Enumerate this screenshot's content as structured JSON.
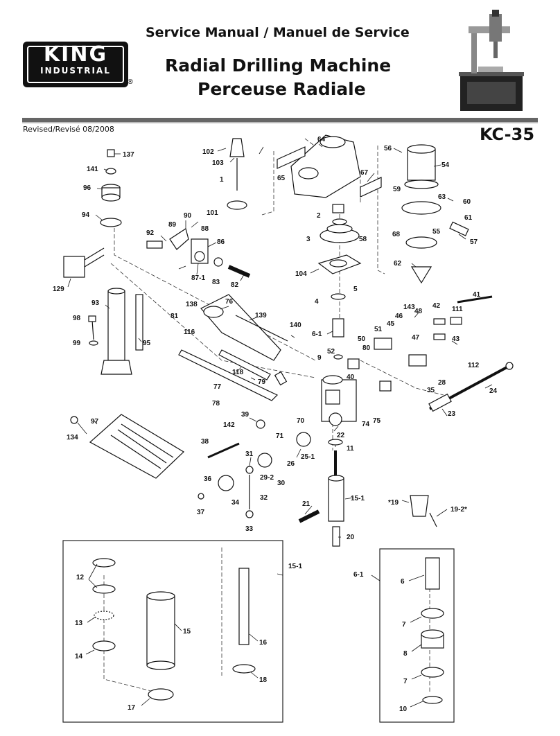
{
  "header": {
    "logo_big": "KING",
    "logo_small": "INDUSTRIAL",
    "registered": "®",
    "manual_title": "Service Manual / Manuel de Service",
    "machine_title_en": "Radial Drilling Machine",
    "machine_title_fr": "Perceuse Radiale",
    "revised": "Revised/Revisé 08/2008",
    "model": "KC-35"
  },
  "parts": [
    {
      "label": "137"
    },
    {
      "label": "141"
    },
    {
      "label": "96"
    },
    {
      "label": "94"
    },
    {
      "label": "102"
    },
    {
      "label": "103"
    },
    {
      "label": "1"
    },
    {
      "label": "101"
    },
    {
      "label": "65"
    },
    {
      "label": "64"
    },
    {
      "label": "67"
    },
    {
      "label": "2"
    },
    {
      "label": "56"
    },
    {
      "label": "54"
    },
    {
      "label": "59"
    },
    {
      "label": "63"
    },
    {
      "label": "60"
    },
    {
      "label": "61"
    },
    {
      "label": "55"
    },
    {
      "label": "57"
    },
    {
      "label": "68"
    },
    {
      "label": "62"
    },
    {
      "label": "90"
    },
    {
      "label": "89"
    },
    {
      "label": "88"
    },
    {
      "label": "92"
    },
    {
      "label": "86"
    },
    {
      "label": "87-1"
    },
    {
      "label": "83"
    },
    {
      "label": "82"
    },
    {
      "label": "129"
    },
    {
      "label": "3"
    },
    {
      "label": "58"
    },
    {
      "label": "104"
    },
    {
      "label": "5"
    },
    {
      "label": "4"
    },
    {
      "label": "93"
    },
    {
      "label": "98"
    },
    {
      "label": "99"
    },
    {
      "label": "95"
    },
    {
      "label": "138"
    },
    {
      "label": "76"
    },
    {
      "label": "81"
    },
    {
      "label": "116"
    },
    {
      "label": "139"
    },
    {
      "label": "140"
    },
    {
      "label": "6-1"
    },
    {
      "label": "9"
    },
    {
      "label": "118"
    },
    {
      "label": "79"
    },
    {
      "label": "77"
    },
    {
      "label": "78"
    },
    {
      "label": "143"
    },
    {
      "label": "46"
    },
    {
      "label": "48"
    },
    {
      "label": "51"
    },
    {
      "label": "45"
    },
    {
      "label": "47"
    },
    {
      "label": "50"
    },
    {
      "label": "52"
    },
    {
      "label": "80"
    },
    {
      "label": "40"
    },
    {
      "label": "42"
    },
    {
      "label": "111"
    },
    {
      "label": "41"
    },
    {
      "label": "43"
    },
    {
      "label": "112"
    },
    {
      "label": "28"
    },
    {
      "label": "35"
    },
    {
      "label": "24"
    },
    {
      "label": "23"
    },
    {
      "label": "74"
    },
    {
      "label": "75"
    },
    {
      "label": "97"
    },
    {
      "label": "134"
    },
    {
      "label": "39"
    },
    {
      "label": "142"
    },
    {
      "label": "71"
    },
    {
      "label": "70"
    },
    {
      "label": "22"
    },
    {
      "label": "38"
    },
    {
      "label": "11"
    },
    {
      "label": "31"
    },
    {
      "label": "26"
    },
    {
      "label": "25-1"
    },
    {
      "label": "36"
    },
    {
      "label": "29-2"
    },
    {
      "label": "30"
    },
    {
      "label": "34"
    },
    {
      "label": "32"
    },
    {
      "label": "37"
    },
    {
      "label": "33"
    },
    {
      "label": "21"
    },
    {
      "label": "15-1"
    },
    {
      "label": "*19"
    },
    {
      "label": "19-2*"
    },
    {
      "label": "20"
    },
    {
      "label": "12"
    },
    {
      "label": "13"
    },
    {
      "label": "14"
    },
    {
      "label": "15"
    },
    {
      "label": "16"
    },
    {
      "label": "17"
    },
    {
      "label": "18"
    },
    {
      "label": "6"
    },
    {
      "label": "7"
    },
    {
      "label": "8"
    },
    {
      "label": "10"
    }
  ]
}
